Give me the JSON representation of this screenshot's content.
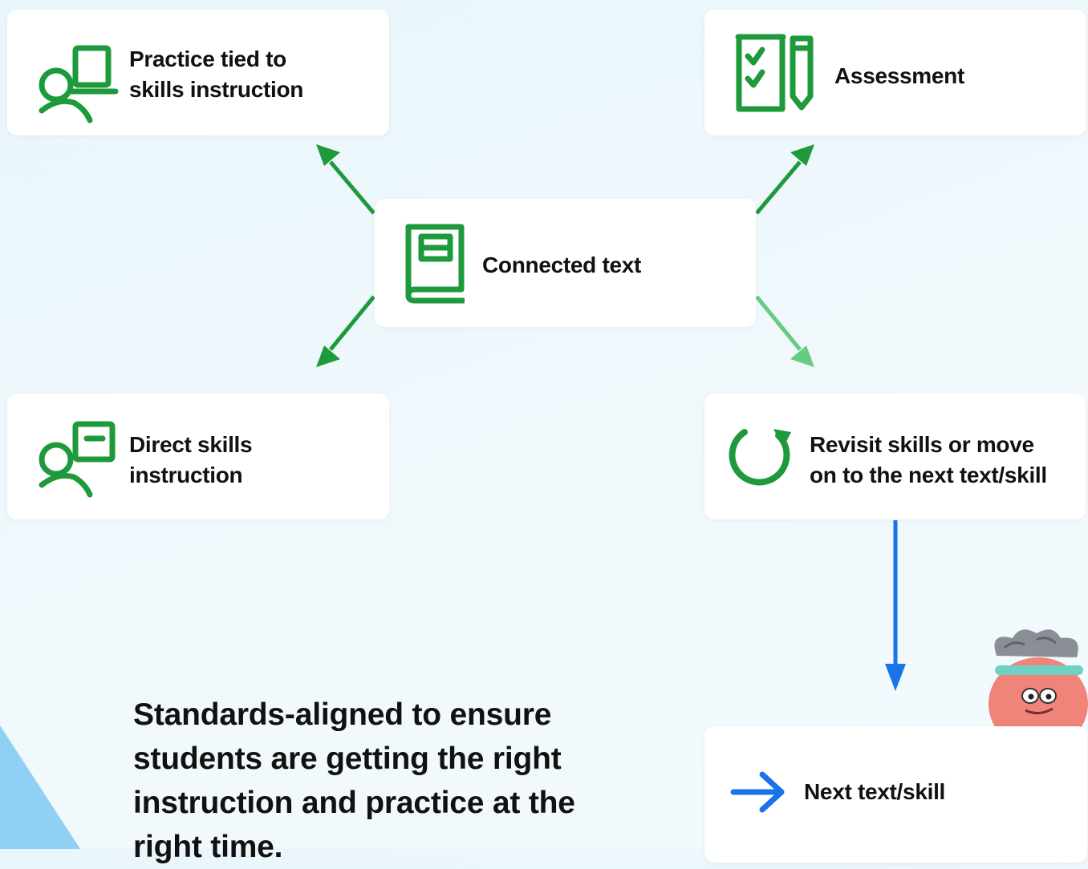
{
  "diagram": {
    "center": {
      "label": "Connected text",
      "icon": "book-icon"
    },
    "nodes": [
      {
        "id": "practice",
        "label_line1": "Practice tied to",
        "label_line2": "skills instruction",
        "icon": "student-laptop-icon"
      },
      {
        "id": "assessment",
        "label": "Assessment",
        "icon": "checklist-pencil-icon"
      },
      {
        "id": "direct",
        "label_line1": "Direct skills",
        "label_line2": "instruction",
        "icon": "student-board-icon"
      },
      {
        "id": "revisit",
        "label_line1": "Revisit skills or move",
        "label_line2": "on to the next text/skill",
        "icon": "refresh-icon"
      },
      {
        "id": "next",
        "label": "Next text/skill",
        "icon": "arrow-right-icon"
      }
    ],
    "edges": [
      {
        "from": "Connected text",
        "to": "Practice tied to skills instruction"
      },
      {
        "from": "Connected text",
        "to": "Assessment"
      },
      {
        "from": "Connected text",
        "to": "Direct skills instruction"
      },
      {
        "from": "Connected text",
        "to": "Revisit skills or move on to the next text/skill"
      },
      {
        "from": "Revisit skills or move on to the next text/skill",
        "to": "Next text/skill"
      }
    ]
  },
  "footer": {
    "bold": "Standards-aligned",
    "rest": " to ensure students are getting the right instruction and practice at the right time."
  },
  "colors": {
    "green": "#1e9a3c",
    "light_green": "#66cc80",
    "blue": "#1a73e8",
    "triangle_blue": "#8fd0f5"
  }
}
